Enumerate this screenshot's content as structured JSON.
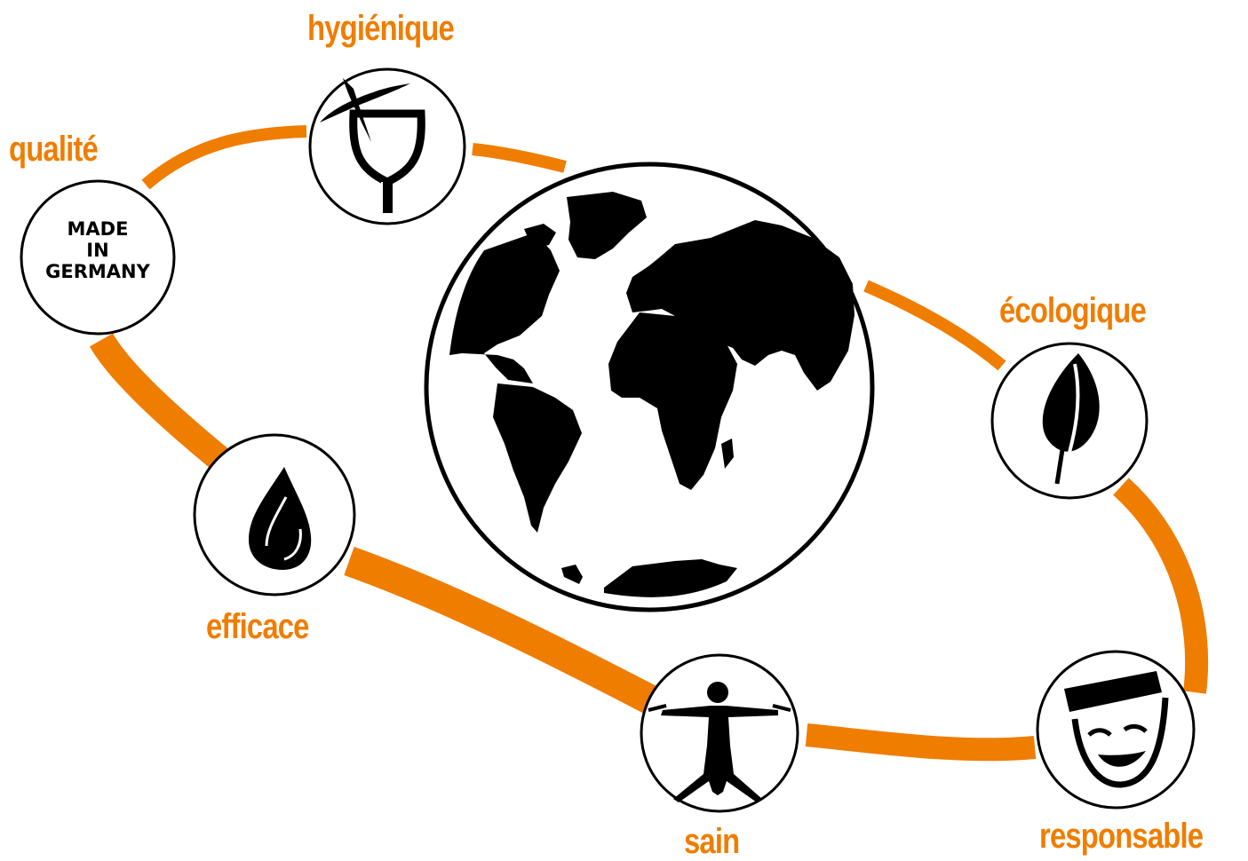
{
  "colors": {
    "accent": "#ef7d00",
    "ink": "#000000",
    "paper": "#ffffff"
  },
  "labels": {
    "hygienique": "hygiénique",
    "qualite": "qualité",
    "ecologique": "écologique",
    "efficace": "efficace",
    "sain": "sain",
    "responsable": "responsable"
  },
  "made_in_germany": {
    "line1": "MADE",
    "line2": "IN",
    "line3": "GERMANY"
  },
  "icons": {
    "center": "globe-icon",
    "qualite": "made-in-germany-badge",
    "hygienique": "glass-icon",
    "ecologique": "leaf-icon",
    "efficace": "drop-icon",
    "sain": "vitruvian-man-icon",
    "responsable": "smiling-face-icon"
  }
}
